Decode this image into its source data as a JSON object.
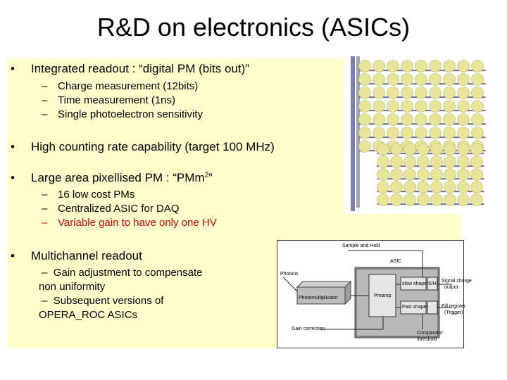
{
  "slide": {
    "title": "R&D on electronics (ASICs)",
    "bullets": [
      {
        "text": "Integrated readout : “digital PM (bits out)”",
        "subs": [
          "Charge measurement (12bits)",
          "Time measurement (1ns)",
          "Single photoelectron sensitivity"
        ]
      },
      {
        "text": "High counting rate capability (target 100 MHz)"
      },
      {
        "text_main": "Large area pixellised PM : “PMm",
        "text_sup": "2",
        "text_end": "”",
        "subs": [
          "16 low cost PMs",
          "Centralized ASIC for DAQ",
          "Variable gain to have only one HV"
        ]
      },
      {
        "text": "Multichannel readout",
        "sub1_line1": "Gain adjustment to compensate",
        "sub1_line2": "non uniformity",
        "sub2_line1": "Subsequent versions of",
        "sub2_line2": "OPERA_ROC ASICs"
      }
    ],
    "bullet_glyph": "•",
    "dash_glyph": "–"
  },
  "diagram": {
    "sample_hold": "Sample and Hold",
    "asic": "ASIC",
    "photons": "Photons",
    "photomultiplier": "Photomultiplicator",
    "preamp": "Preamp",
    "slow_shaper": "slow shaper",
    "sh": "S/H",
    "fast_shaper": "Fast shaper",
    "signal_charge": "Signal charge",
    "output": "output",
    "fill_register": "Fill register",
    "trigger": "(Trigger)",
    "gain_correction": "Gain correction",
    "comparator": "Comparator",
    "threshold": "threshold"
  },
  "colors": {
    "panel": "#ffffcc",
    "red_text": "#cc0000",
    "pm_ball": "#e8e49a",
    "frame": "#6a6f9e"
  }
}
